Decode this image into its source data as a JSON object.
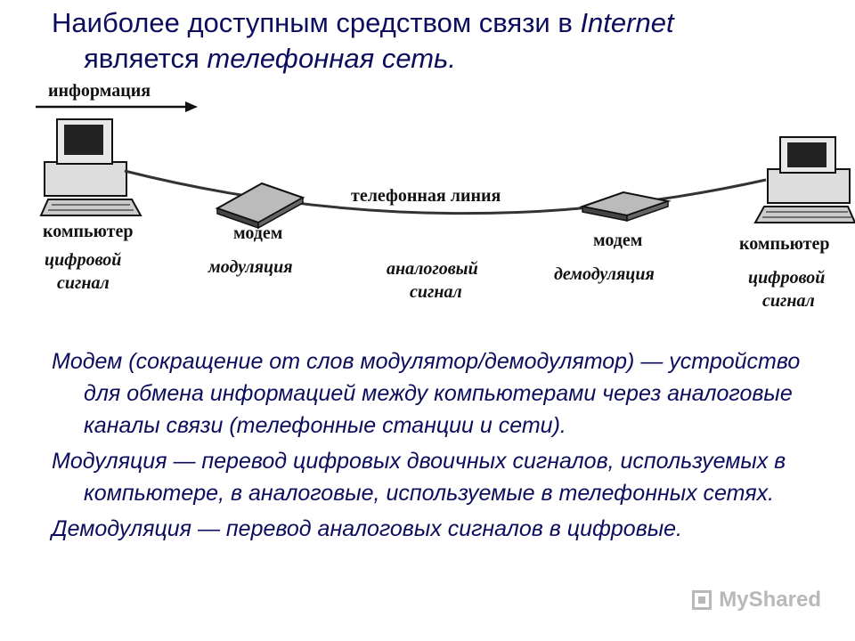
{
  "heading": {
    "line1_prefix": "Наиболее доступным средством связи в ",
    "line1_italic": "Internet",
    "line2_prefix": "является ",
    "line2_italic": "телефонная сеть."
  },
  "diagram": {
    "arrow_label": "информация",
    "line_label": "телефонная линия",
    "left_computer_label": "компьютер",
    "left_signal": "цифровой сигнал",
    "left_modem_label": "модем",
    "modulation_label": "модуляция",
    "analog_signal": "аналоговый сигнал",
    "right_modem_label": "модем",
    "demodulation_label": "демодуляция",
    "right_computer_label": "компьютер",
    "right_signal": "цифровой сигнал"
  },
  "paragraphs": [
    "Модем (сокращение от слов модулятор/демодулятор) — устройство для обмена информацией между компьютерами через аналоговые каналы связи (телефонные станции и сети).",
    "Модуляция — перевод цифровых двоичных сигналов, используемых в компьютере, в аналоговые, используемые в телефонных сетях.",
    "Демодуляция — перевод аналоговых сигналов в цифровые."
  ],
  "watermark": "MyShared",
  "colors": {
    "text": "#0d0d5e",
    "diagram": "#111111",
    "watermark": "#b8b8b8"
  }
}
